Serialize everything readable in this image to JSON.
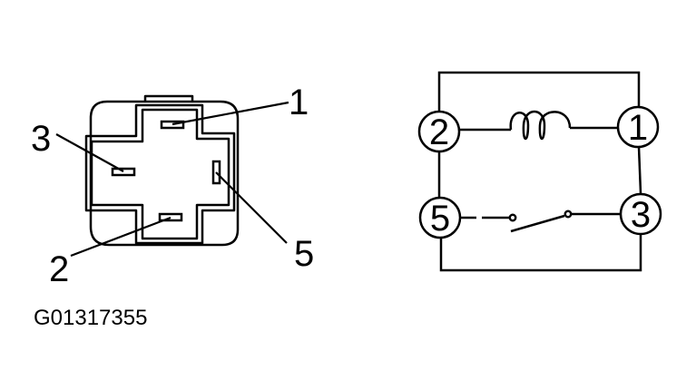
{
  "figure_code": "G01317355",
  "connector": {
    "pin_labels": [
      "1",
      "2",
      "3",
      "5"
    ]
  },
  "schematic": {
    "node_labels": [
      "1",
      "2",
      "3",
      "5"
    ]
  },
  "colors": {
    "ink": "#000000",
    "background": "#ffffff"
  }
}
